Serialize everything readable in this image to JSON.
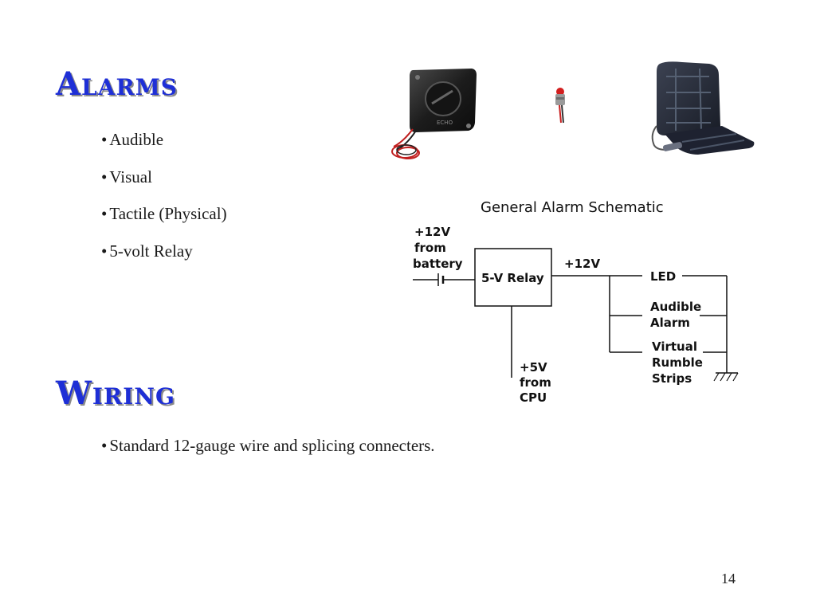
{
  "slide": {
    "page_number": "14",
    "alarms": {
      "title": "Alarms",
      "bullets": [
        "Audible",
        "Visual",
        "Tactile (Physical)",
        "5-volt Relay"
      ]
    },
    "wiring": {
      "title": "Wiring",
      "bullets": [
        "Standard 12-gauge wire and splicing connecters."
      ]
    }
  },
  "schematic": {
    "title": "General Alarm Schematic",
    "battery_label": [
      "+12V",
      "from",
      "battery"
    ],
    "relay_label": "5-V Relay",
    "out_label": "+12V",
    "cpu_label": [
      "+5V",
      "from",
      "CPU"
    ],
    "led_label": "LED",
    "audible_label": [
      "Audible",
      "Alarm"
    ],
    "rumble_label": [
      "Virtual",
      "Rumble",
      "Strips"
    ]
  },
  "images": {
    "buzzer_text": "ECHO",
    "buzzer_icon": "buzzer-photo",
    "led_icon": "led-photo",
    "seat_icon": "vibrating-seat-cushion-photo"
  }
}
